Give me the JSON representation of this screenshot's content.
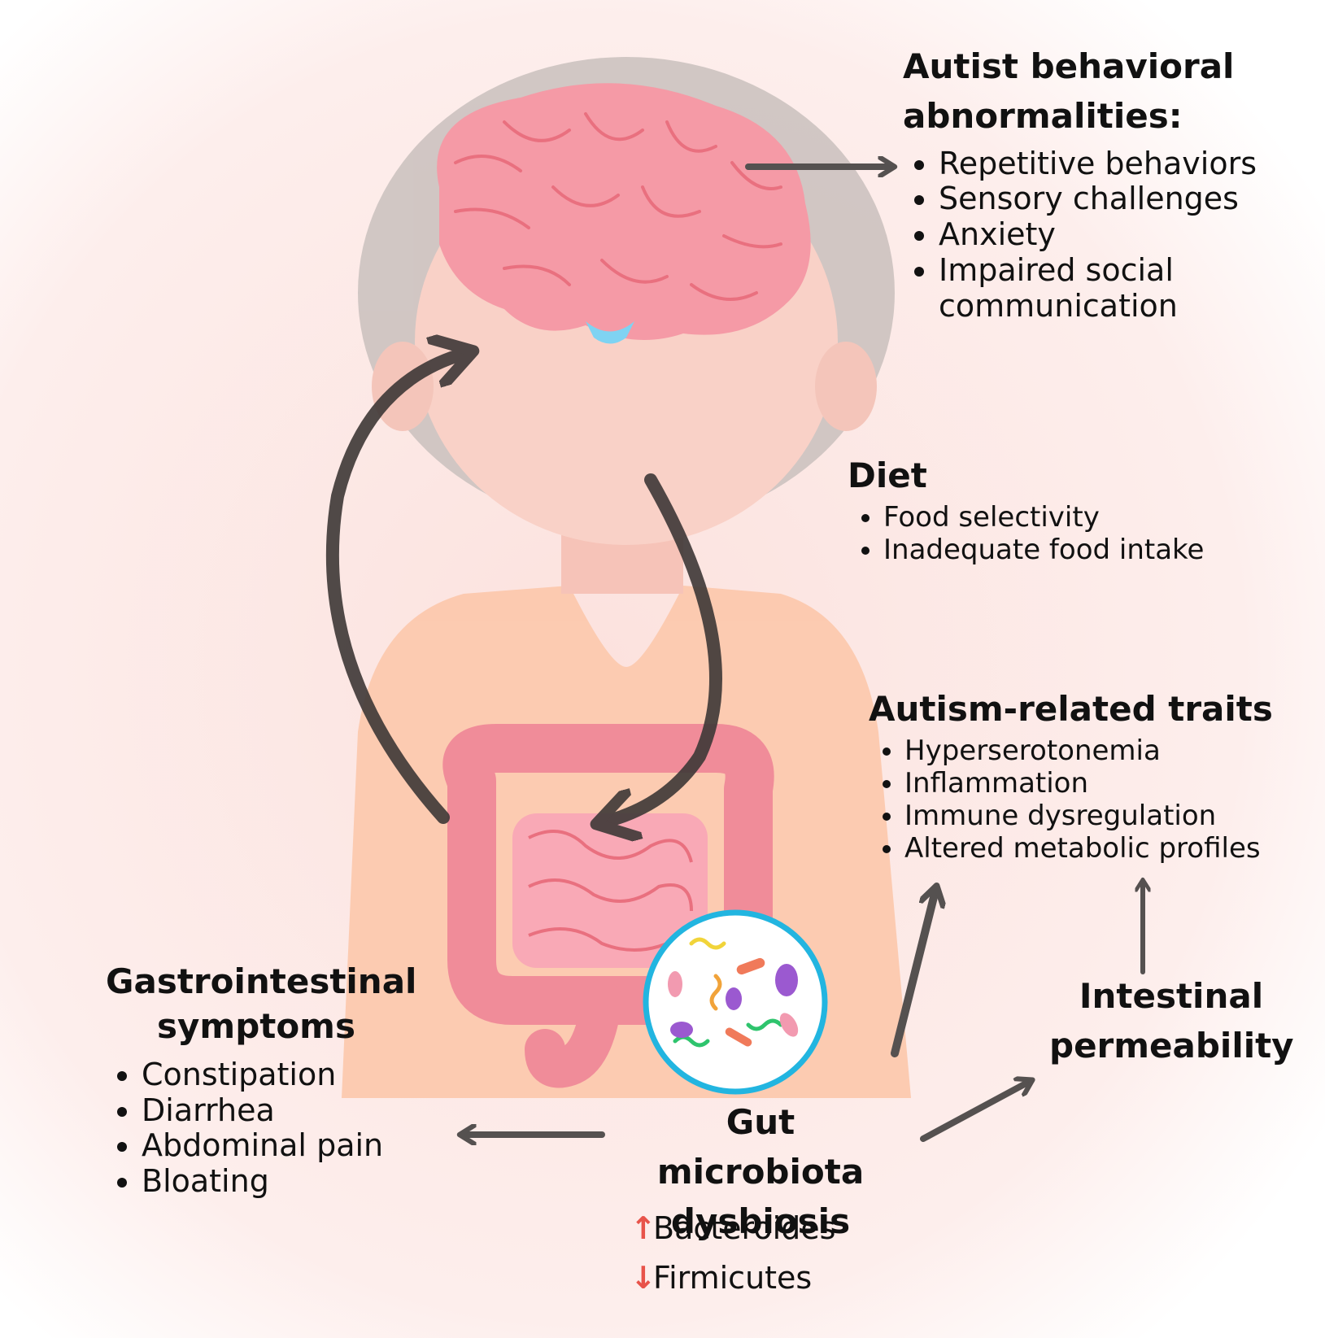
{
  "autist_behavioral": {
    "title": "Autist behavioral abnormalities:",
    "items": [
      "Repetitive behaviors",
      "Sensory challenges",
      "Anxiety",
      "Impaired social communication"
    ]
  },
  "diet": {
    "title": "Diet",
    "items": [
      "Food selectivity",
      "Inadequate food intake"
    ]
  },
  "autism_traits": {
    "title": "Autism-related traits",
    "items": [
      "Hyperserotonemia",
      "Inflammation",
      "Immune dysregulation",
      "Altered metabolic profiles"
    ]
  },
  "gi_symptoms": {
    "title": "Gastrointestinal symptoms",
    "items": [
      "Constipation",
      "Diarrhea",
      "Abdominal pain",
      "Bloating"
    ]
  },
  "dysbiosis": {
    "title": "Gut microbiota dysbiosis",
    "up": "Bacteroides",
    "down": "Firmicutes"
  },
  "permeability": {
    "title": "Intestinal permeability"
  },
  "colors": {
    "arrow": "#555150",
    "brain": "#f59aa6",
    "intestine": "#f08c99",
    "hair": "#cfc5c2",
    "skin": "#f9d0c6",
    "shirt": "#fcc9ae",
    "circle_border": "#22b5e0",
    "trend_arrow": "#e8534a"
  }
}
